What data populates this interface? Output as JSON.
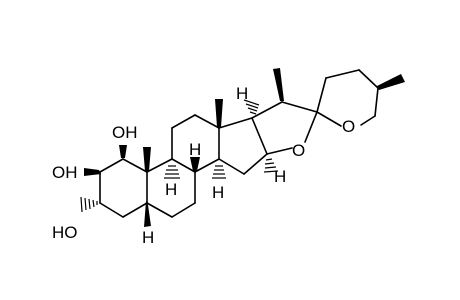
{
  "structure": {
    "atom_labels": {
      "oh_c1": "OH",
      "oh_c2": "OH",
      "ho_c3": "HO",
      "ring_o_furan": "O",
      "ring_o_pyran": "O",
      "h_c5": "H",
      "h_c8": "H",
      "h_c9": "H",
      "h_c14": "H",
      "h_c16": "H",
      "h_c17": "H"
    }
  }
}
